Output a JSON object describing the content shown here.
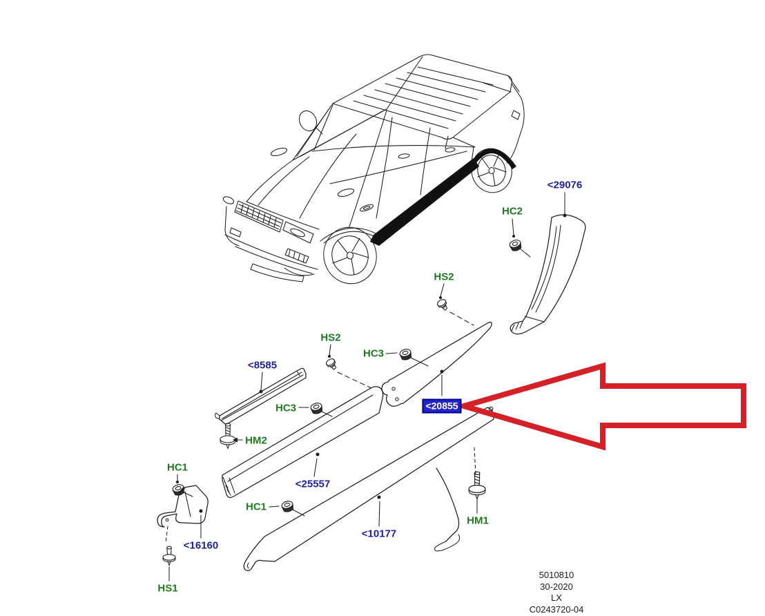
{
  "diagram_labels": {
    "parts": [
      {
        "code": "<29076"
      },
      {
        "code": "<8585"
      },
      {
        "code": "<25557"
      },
      {
        "code": "<16160"
      },
      {
        "code": "<10177"
      }
    ],
    "highlighted_part": {
      "code": "<20855"
    },
    "fasteners": [
      {
        "code": "HC2"
      },
      {
        "code": "HS2"
      },
      {
        "code": "HS2"
      },
      {
        "code": "HC3"
      },
      {
        "code": "HC3"
      },
      {
        "code": "HM2"
      },
      {
        "code": "HC1"
      },
      {
        "code": "HC1"
      },
      {
        "code": "HM1"
      },
      {
        "code": "HS1"
      }
    ]
  },
  "stamp": {
    "catalog_number": "5010810",
    "section": "30-2020",
    "model": "LX",
    "drawing_number": "C0243720-04"
  },
  "colors": {
    "part_number": "#21219c",
    "fastener": "#1e7b1e",
    "highlight_bg": "#2424cc",
    "highlight_border": "#00008b",
    "highlight_text": "#ffffff",
    "arrow": "#d42128",
    "line": "#1c1c1c"
  }
}
